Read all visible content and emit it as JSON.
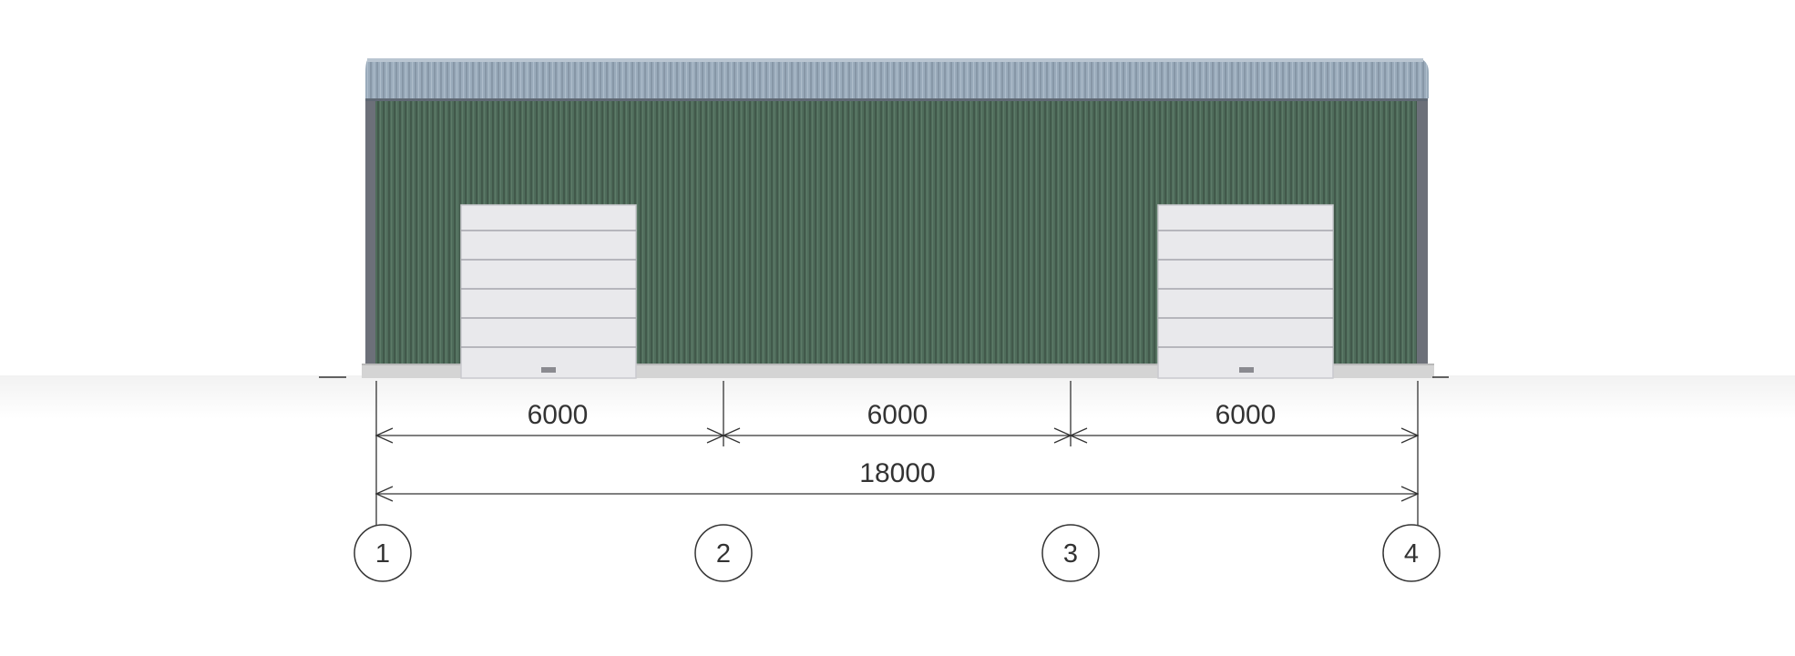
{
  "colors": {
    "wall": "#4f6c5b",
    "wall_rib_dark": "#42594b",
    "roof": "#9aabbb",
    "frame": "#6c7079",
    "door": "#e9e9ec",
    "foundation": "#d4d4d4",
    "ink": "#333333"
  },
  "dimensions": {
    "spans": [
      "6000",
      "6000",
      "6000"
    ],
    "total": "18000"
  },
  "axes": [
    "1",
    "2",
    "3",
    "4"
  ]
}
